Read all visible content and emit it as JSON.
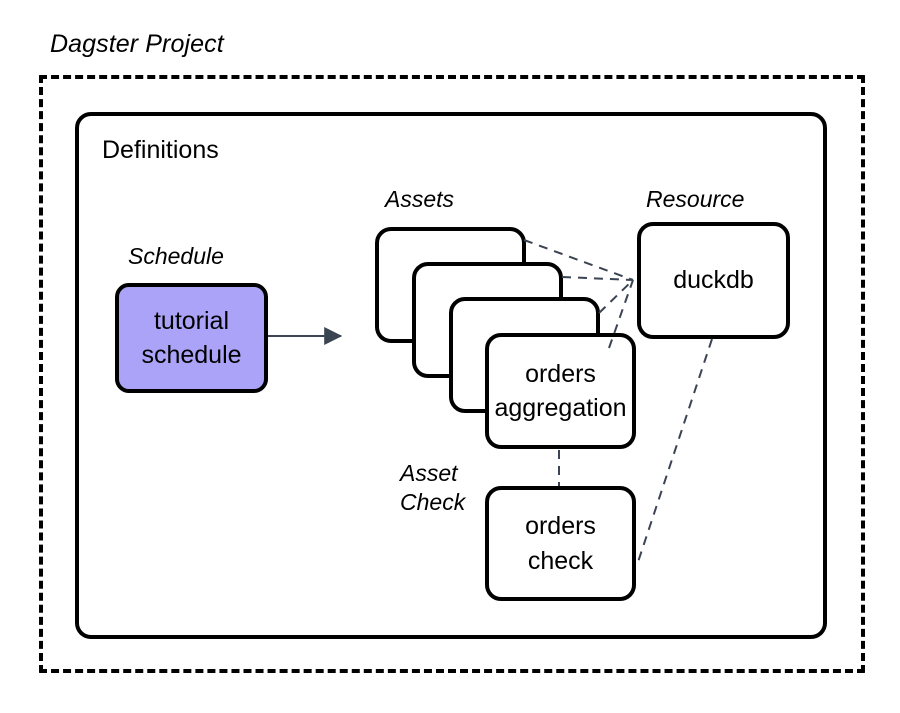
{
  "diagram": {
    "title": "Dagster Project",
    "container_label": "Definitions",
    "groups": {
      "assets": "Assets",
      "resource": "Resource",
      "schedule": "Schedule",
      "asset_check": "Asset\nCheck",
      "asset_check_line1": "Asset",
      "asset_check_line2": "Check"
    },
    "nodes": {
      "schedule": {
        "line1": "tutorial",
        "line2": "schedule",
        "fill": "#ABA3F7",
        "stroke": "#000000"
      },
      "asset_stack": {
        "count": 4,
        "front_line1": "orders",
        "front_line2": "aggregation",
        "fill": "#FFFFFF",
        "stroke": "#000000"
      },
      "resource": {
        "line1": "duckdb",
        "fill": "#FFFFFF",
        "stroke": "#000000"
      },
      "asset_check": {
        "line1": "orders",
        "line2": "check",
        "fill": "#FFFFFF",
        "stroke": "#000000"
      }
    },
    "edges": {
      "schedule_to_assets": {
        "style": "solid-arrow",
        "color": "#3B4452",
        "from": "tutorial schedule",
        "to": "Assets"
      },
      "assets_to_resource": {
        "style": "dashed",
        "color": "#3B4452",
        "from": "Assets",
        "to": "duckdb",
        "count": 4
      },
      "asset_to_check": {
        "style": "dashed",
        "color": "#3B4452",
        "from": "orders aggregation",
        "to": "orders check"
      },
      "resource_to_check": {
        "style": "dashed",
        "color": "#3B4452",
        "from": "duckdb",
        "to": "orders check"
      }
    },
    "colors": {
      "background": "#FFFFFF",
      "outline": "#000000",
      "accent_purple": "#ABA3F7",
      "edge_slate": "#3B4452"
    }
  }
}
